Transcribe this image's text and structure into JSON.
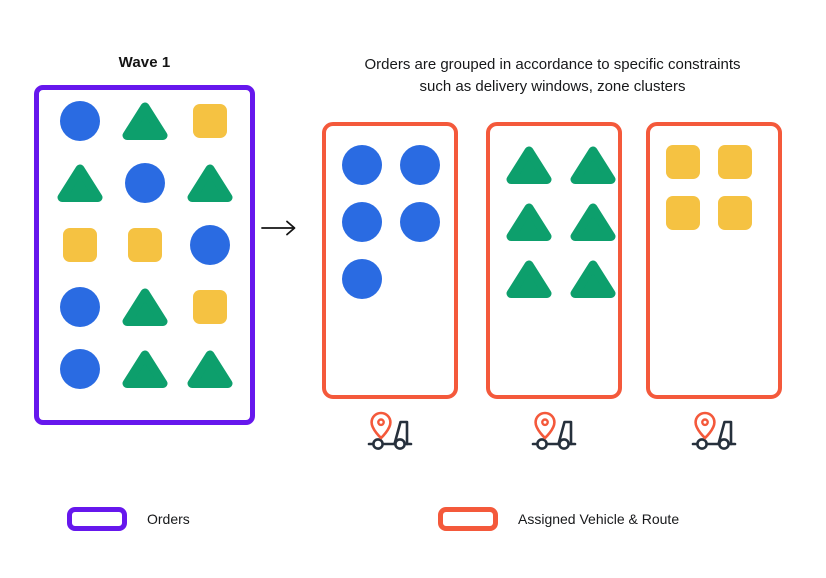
{
  "wave": {
    "title": "Wave 1",
    "grid": [
      [
        "circle",
        "triangle",
        "square"
      ],
      [
        "triangle",
        "circle",
        "triangle"
      ],
      [
        "square",
        "square",
        "circle"
      ],
      [
        "circle",
        "triangle",
        "square"
      ],
      [
        "circle",
        "triangle",
        "triangle"
      ]
    ]
  },
  "arrow_icon": "right-arrow",
  "caption": {
    "line1": "Orders are grouped in accordance to specific constraints",
    "line2": "such as delivery windows, zone clusters"
  },
  "groups": [
    {
      "shape": "circle",
      "count": 5,
      "per_row": 2,
      "vehicle_icon": "location-pin-truck-icon"
    },
    {
      "shape": "triangle",
      "count": 6,
      "per_row": 2,
      "vehicle_icon": "location-pin-truck-icon"
    },
    {
      "shape": "square",
      "count": 4,
      "per_row": 2,
      "vehicle_icon": "location-pin-truck-icon"
    }
  ],
  "legend": {
    "items": [
      {
        "swatch_color": "#6617ed",
        "label": "Orders"
      },
      {
        "swatch_color": "#f4593b",
        "label": "Assigned Vehicle & Route"
      }
    ]
  },
  "colors": {
    "circle": "#2a6be2",
    "triangle": "#0d9f6c",
    "square": "#f5c242",
    "orders_border": "#6617ed",
    "vehicle_border": "#f4593b",
    "truck_outline": "#26303c",
    "pin": "#f4593b",
    "text": "#141414"
  }
}
